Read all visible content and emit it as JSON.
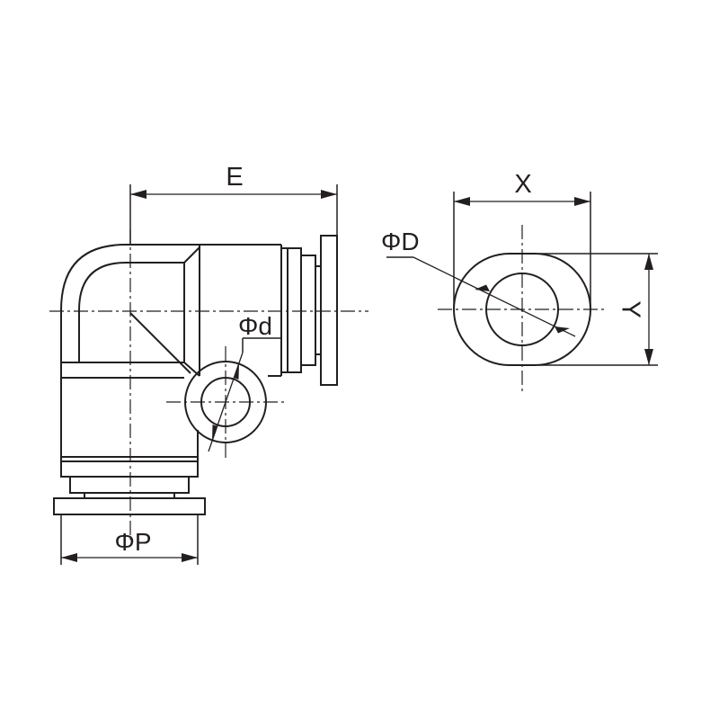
{
  "drawing": {
    "line_color": "#231f20",
    "background": "#ffffff",
    "labels": {
      "E": "E",
      "phi_d": "Φd",
      "phi_P": "ΦP",
      "X": "X",
      "phi_D": "ΦD",
      "Y": "Y"
    }
  }
}
